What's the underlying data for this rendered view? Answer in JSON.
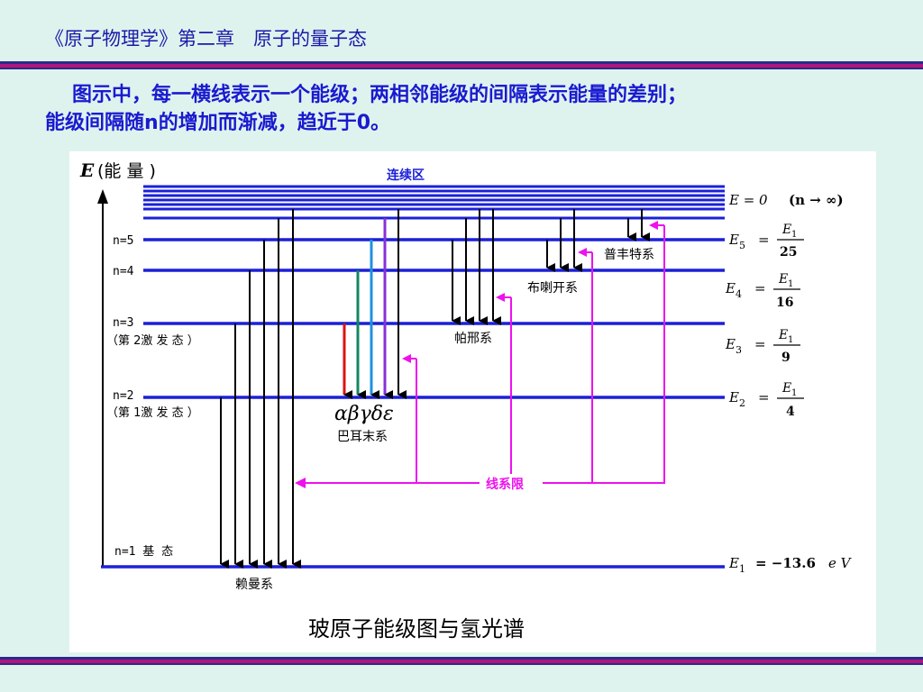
{
  "header": {
    "title": "《原子物理学》第二章　原子的量子态"
  },
  "intro": {
    "line1": "图示中，每一横线表示一个能级；两相邻能级的间隔表示能量的差别；",
    "line2_a": "能级间隔随",
    "line2_n": "n",
    "line2_b": "的增加而渐减，趋近于",
    "line2_zero": "0",
    "line2_end": "。"
  },
  "diagram": {
    "caption": "玻原子能级图与氢光谱",
    "axis_label_e": "E",
    "axis_label_paren": "(能 量 )",
    "continuum_label": "连续区",
    "series_limit_label": "线系限",
    "level_labels": {
      "n5": "n=5",
      "n4": "n=4",
      "n3": "n=3",
      "n3_note": "（第 2激 发 态 ）",
      "n2": "n=2",
      "n2_note": "（第 1激 发 态 ）",
      "n1": "n=1  基 态"
    },
    "series": {
      "lyman": "赖曼系",
      "balmer": "巴耳末系",
      "balmer_greek": "αβγδε",
      "paschen": "帕邢系",
      "brackett": "布喇开系",
      "pfund": "普丰特系"
    },
    "formulas": {
      "e_inf_left": "E = 0",
      "e_inf_right": "(n → ∞)",
      "e5_lhs": "E",
      "e5_sub": "5",
      "e5_num": "E",
      "e5_num_sub": "1",
      "e5_den": "25",
      "e4_lhs": "E",
      "e4_sub": "4",
      "e4_num": "E",
      "e4_num_sub": "1",
      "e4_den": "16",
      "e3_lhs": "E",
      "e3_sub": "3",
      "e3_num": "E",
      "e3_num_sub": "1",
      "e3_den": "9",
      "e2_lhs": "E",
      "e2_sub": "2",
      "e2_num": "E",
      "e2_num_sub": "1",
      "e2_den": "4",
      "e1_lhs": "E",
      "e1_sub": "1",
      "e1_rhs": "= −13.6",
      "e1_unit": "e V",
      "equals": "="
    },
    "colors": {
      "level": "#1b20d8",
      "arrow": "#000000",
      "limit": "#ee11ee",
      "h_alpha": "#e01010",
      "h_beta": "#108860",
      "h_gamma": "#2090e0",
      "h_delta": "#8830d8"
    }
  }
}
